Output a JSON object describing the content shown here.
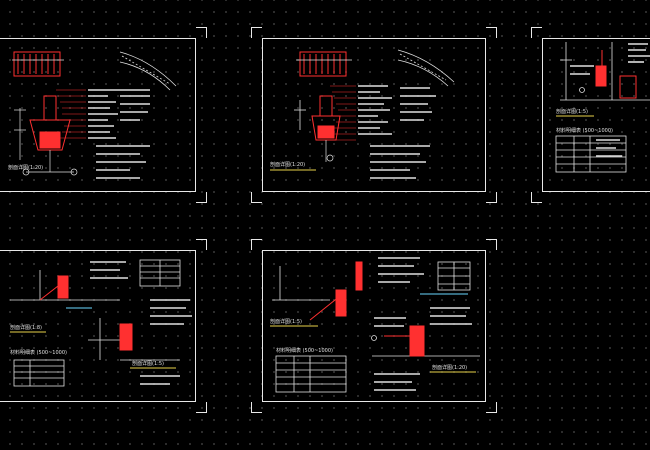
{
  "app": {
    "title": "CAD Viewer"
  },
  "colors": {
    "background": "#000000",
    "frame": "#e8e8e8",
    "red": "#ff3030",
    "yellow": "#e7d24a",
    "cyan": "#6ad8ff",
    "white": "#e0e0e0"
  },
  "sheets": [
    {
      "id": "sheet-1",
      "labels": {
        "detail": "剖面详图(1:20)",
        "table_title": ""
      }
    },
    {
      "id": "sheet-2",
      "labels": {
        "detail": "剖面详图(1:20)",
        "table_title": ""
      }
    },
    {
      "id": "sheet-3",
      "labels": {
        "detail": "剖面详图(1:5)",
        "table_title": "材料明细表 (500~1000)"
      }
    },
    {
      "id": "sheet-4",
      "labels": {
        "detail": "剖面详图(1:8)",
        "table_title": "材料明细表 (500~1000)",
        "detail_b": "剖面详图(1:5)"
      }
    },
    {
      "id": "sheet-5",
      "labels": {
        "detail": "剖面详图(1:5)",
        "table_title": "材料明细表 (500~1000)",
        "detail_b": "剖面详图(1:20)"
      }
    }
  ]
}
